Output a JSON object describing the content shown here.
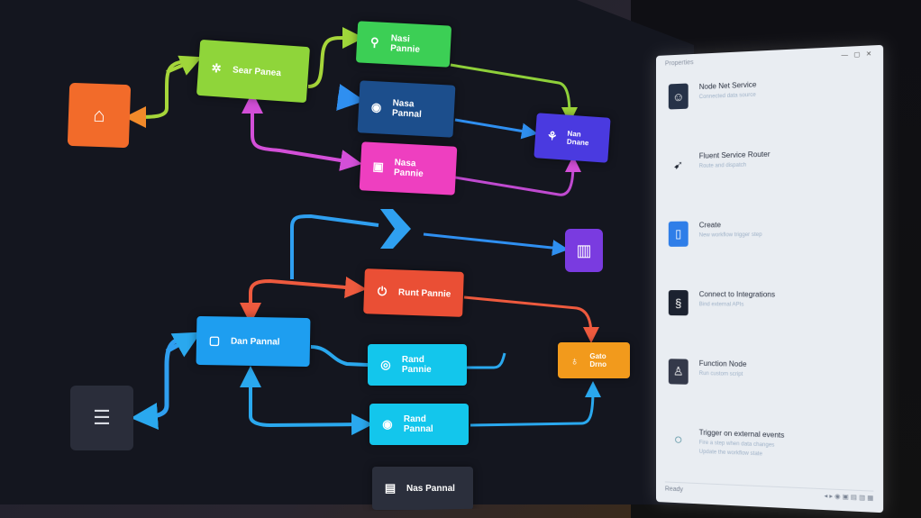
{
  "canvas": {
    "nodes": [
      {
        "id": "n-lime",
        "label": "Sear Panea",
        "icon": "star-icon",
        "color": "#8fd53a"
      },
      {
        "id": "n-green",
        "label": "Nasi Pannie",
        "icon": "user-icon",
        "color": "#3ccf55"
      },
      {
        "id": "n-navy",
        "label": "Nasa Pannal",
        "icon": "gauge-icon",
        "color": "#1c4e8c"
      },
      {
        "id": "n-magenta",
        "label": "Nasa Pannie",
        "icon": "document-icon",
        "color": "#ee3fc0"
      },
      {
        "id": "n-indigo",
        "label": "Nan Dnane",
        "icon": "network-icon",
        "color": "#4a3ae0"
      },
      {
        "id": "n-red",
        "label": "Runt Pannie",
        "icon": "power-icon",
        "color": "#ea4f35"
      },
      {
        "id": "n-blue",
        "label": "Dan Pannal",
        "icon": "square-icon",
        "color": "#1e9ef0"
      },
      {
        "id": "n-cyan1",
        "label": "Rand Pannie",
        "icon": "shield-icon",
        "color": "#13c6ec"
      },
      {
        "id": "n-cyan2",
        "label": "Rand Pannal",
        "icon": "eye-icon",
        "color": "#13c6ec"
      },
      {
        "id": "n-orange-small",
        "label": "Gato Drno",
        "icon": "drop-icon",
        "color": "#f29a1c"
      },
      {
        "id": "n-gray",
        "label": "Nas Pannal",
        "icon": "box-icon",
        "color": "#2b2f3c"
      }
    ],
    "squares": [
      {
        "id": "sq-orange",
        "icon": "store-icon",
        "color": "#f26b2a"
      },
      {
        "id": "sq-purple",
        "icon": "columns-icon",
        "color": "#7a3be0"
      },
      {
        "id": "sq-gray",
        "icon": "server-icon",
        "color": "#2a2d3a"
      }
    ],
    "chevron": {
      "icon": "chevron-right-icon",
      "color": "#2fa0f0"
    }
  },
  "panel": {
    "title": "Properties",
    "controls": "— ▢ ✕",
    "items": [
      {
        "title": "Node Net Service",
        "sub": "Connected data source",
        "icon": "avatar-icon",
        "color": "#263248"
      },
      {
        "title": "Fluent Service Router",
        "sub": "Route and dispatch",
        "icon": "pointer-icon",
        "color": "#1f2532"
      },
      {
        "title": "Create",
        "sub": "New workflow trigger step",
        "icon": "phone-icon",
        "color": "#2f7ee8"
      },
      {
        "title": "Connect to Integrations",
        "sub": "Bind external APIs",
        "icon": "link-icon",
        "color": "#1c2230"
      },
      {
        "title": "Function Node",
        "sub": "Run custom script",
        "icon": "figure-icon",
        "color": "#34394a"
      },
      {
        "title": "Trigger on external events",
        "sub": "Fire a step when data changes",
        "sub2": "Update the workflow state",
        "icon": "radio-icon",
        "color": "#2f7ee8"
      }
    ],
    "footer_left": "Ready",
    "footer_icons": "◂ ▸ ◉ ▣ ▤ ▥ ▦"
  }
}
